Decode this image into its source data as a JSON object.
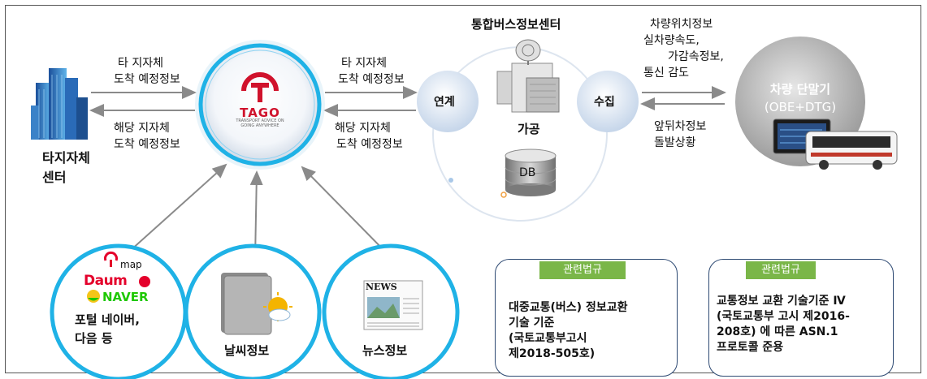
{
  "center": {
    "logo_text": "TAGO",
    "logo_tagline_1": "TRANSPORT ADVICE ON",
    "logo_tagline_2": "GOING ANYWHERE"
  },
  "left_center": {
    "label_line1": "타지자체",
    "label_line2": "센터"
  },
  "left_arrows": {
    "top_line1": "타 지자체",
    "top_line2": "도착 예정정보",
    "bottom_line1": "해당 지자체",
    "bottom_line2": "도착 예정정보"
  },
  "middle_arrows": {
    "top_line1": "타 지자체",
    "top_line2": "도착 예정정보",
    "bottom_line1": "해당 지자체",
    "bottom_line2": "도착 예정정보"
  },
  "integration_center": {
    "title": "통합버스정보센터",
    "link_label": "연계",
    "collect_label": "수집",
    "process_label": "가공",
    "db_label": "DB"
  },
  "right_arrows": {
    "top_line1": "차량위치정보",
    "top_line2": "실차량속도,",
    "top_line3": "가감속정보,",
    "top_line4": "통신 감도",
    "bottom_line1": "앞뒤차정보",
    "bottom_line2": "돌발상황"
  },
  "vehicle": {
    "label_line1": "차량 단말기",
    "label_line2": "(OBE+DTG)"
  },
  "sources": [
    {
      "logo_map": "map",
      "logo_daum": "Daum",
      "logo_naver": "NAVER",
      "label_line1": "포털 네이버,",
      "label_line2": "다음 등"
    },
    {
      "label": "날씨정보"
    },
    {
      "news_mark": "NEWS",
      "label": "뉴스정보"
    }
  ],
  "laws": [
    {
      "tag": "관련법규",
      "text": "대중교통(버스) 정보교환\n기술 기준\n(국토교통부고시\n제2018-505호)"
    },
    {
      "tag": "관련법규",
      "text": "교통정보 교환 기술기준 Ⅳ\n(국토교통부 고시 제2016-\n208호) 에 따른 ASN.1\n프로토콜 준용"
    }
  ],
  "colors": {
    "arrow": "#8a8a8a",
    "ring": "#1fb2e6",
    "tag_green": "#7ab648",
    "law_border": "#2e4a73",
    "logo_red": "#d0122c"
  }
}
